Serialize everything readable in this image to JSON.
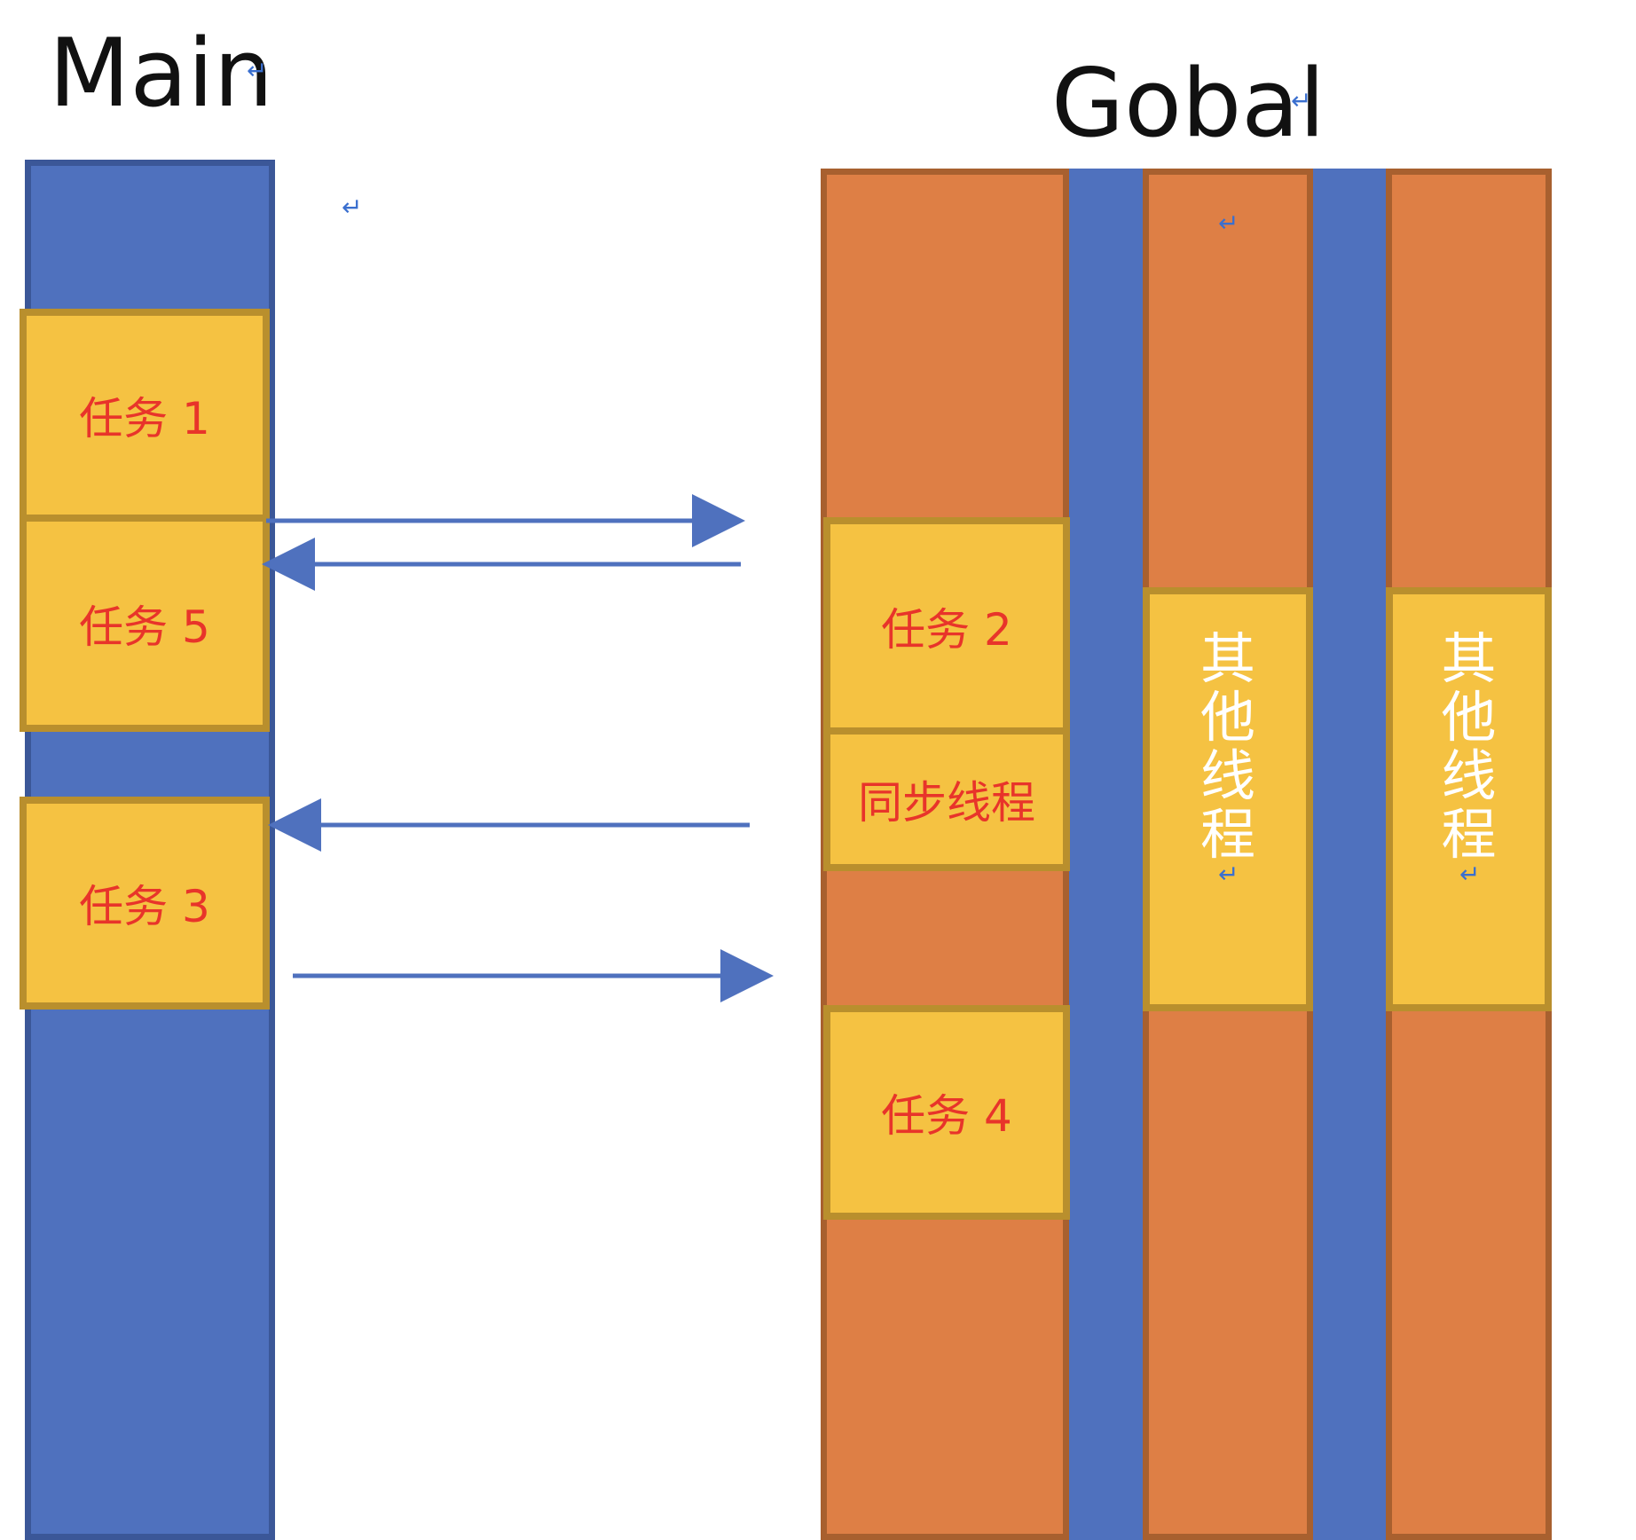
{
  "titles": {
    "main": "Main",
    "global": "Gobal"
  },
  "tasks": {
    "task1": "任务 1",
    "task5": "任务 5",
    "task3": "任务 3",
    "task2": "任务 2",
    "sync": "同步线程",
    "task4": "任务 4"
  },
  "other_threads": {
    "label1": "其他线程",
    "label2": "其他线程"
  },
  "colors": {
    "main_lane": "#4f71be",
    "global_lane": "#de7f45",
    "task_fill": "#f5c242",
    "task_text": "#e8342a",
    "arrow": "#4f71be"
  }
}
